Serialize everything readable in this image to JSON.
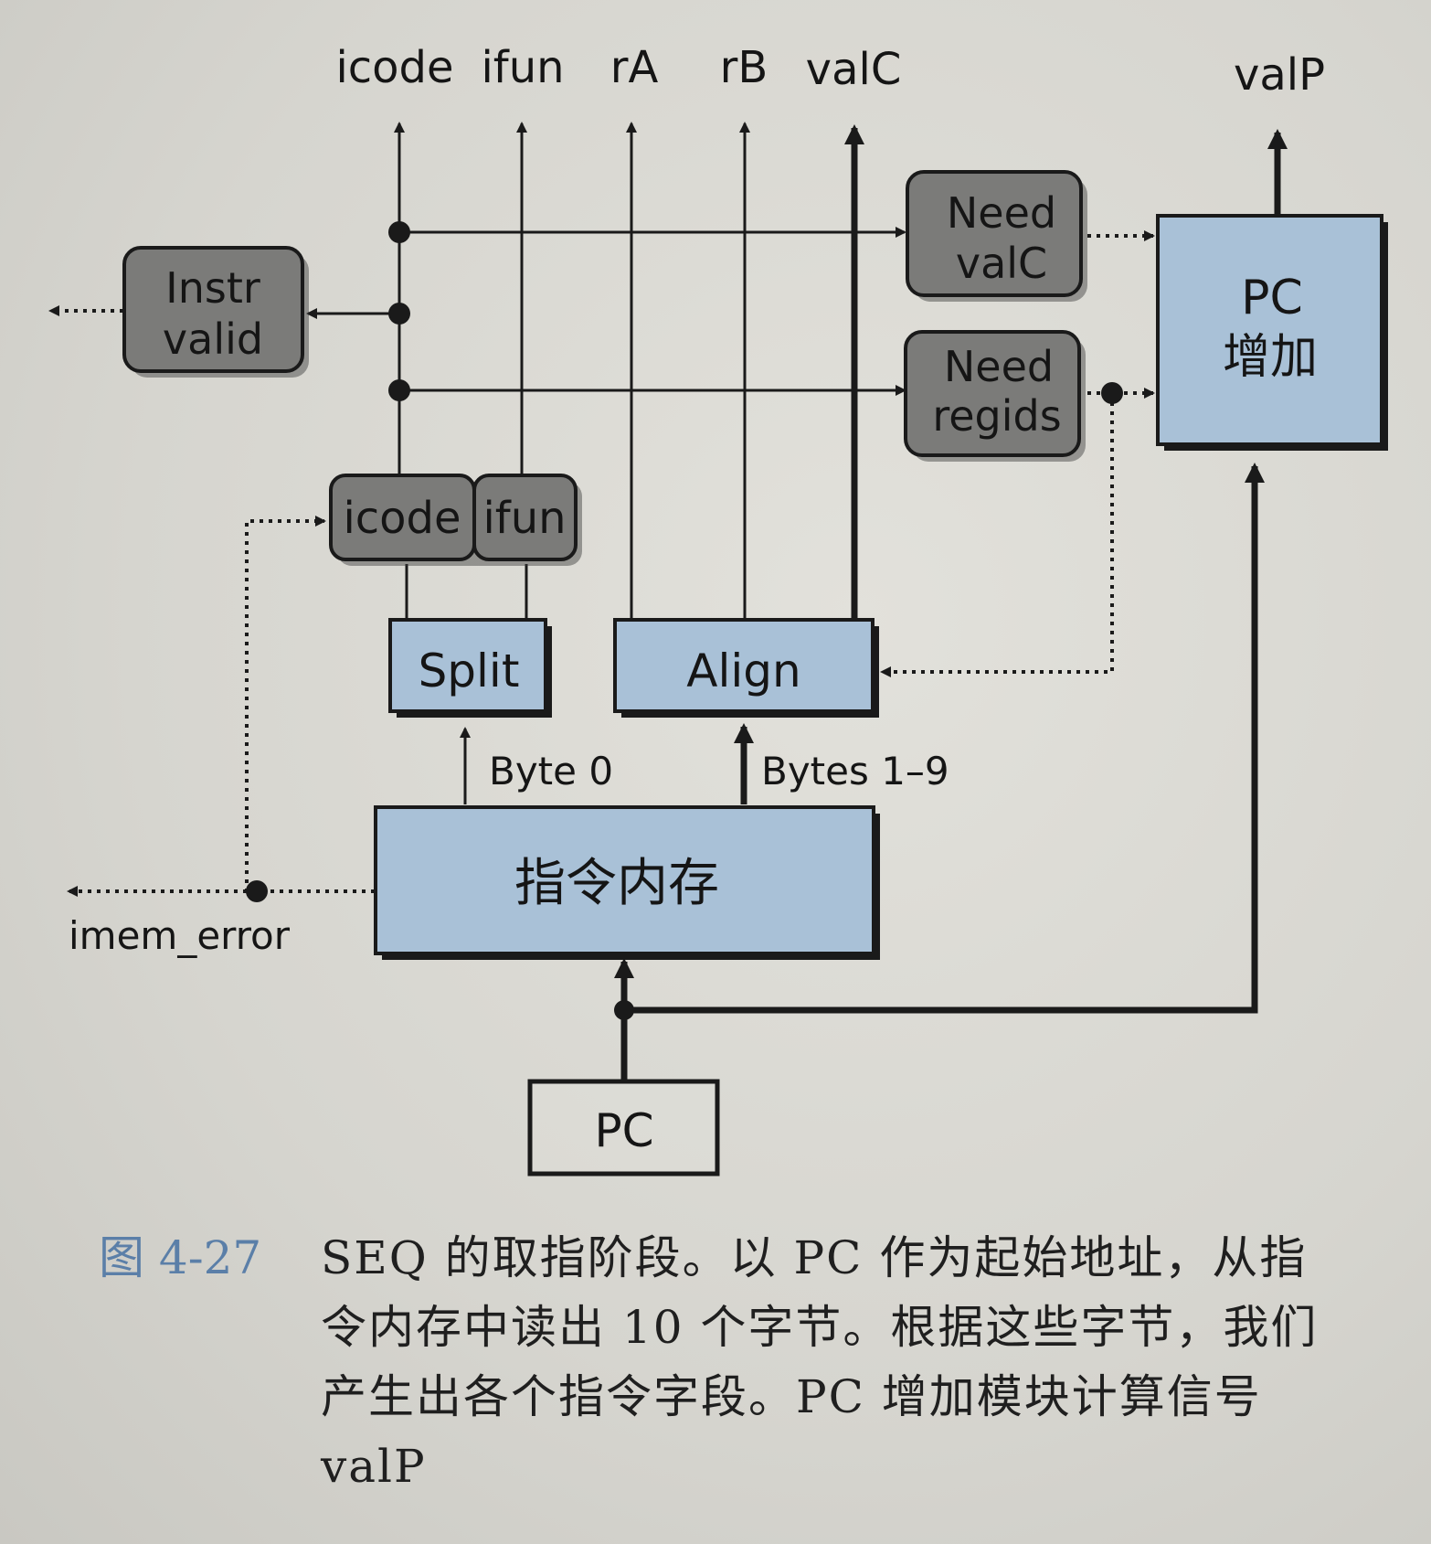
{
  "outputs": {
    "icode": "icode",
    "ifun": "ifun",
    "rA": "rA",
    "rB": "rB",
    "valC": "valC",
    "valP": "valP"
  },
  "blocks": {
    "instr_valid": [
      "Instr",
      "valid"
    ],
    "need_valc": [
      "Need",
      "valC"
    ],
    "need_regids": [
      "Need",
      "regids"
    ],
    "pc_increment": [
      "PC",
      "增加"
    ],
    "icode_reg": "icode",
    "ifun_reg": "ifun",
    "split": "Split",
    "align": "Align",
    "instr_memory": "指令内存",
    "pc": "PC"
  },
  "labels": {
    "byte0": "Byte 0",
    "bytes1_9": "Bytes 1–9",
    "imem_error": "imem_error"
  },
  "colors": {
    "blue_block": "#a9c1d7",
    "gray_block": "#7b7b79",
    "line": "#1a1a1a",
    "figure_label": "#5b7fa8"
  },
  "caption": {
    "figure": "图 4-27",
    "text": "SEQ 的取指阶段。以 PC 作为起始地址，从指令内存中读出 10 个字节。根据这些字节，我们产生出各个指令字段。PC 增加模块计算信号 valP"
  }
}
